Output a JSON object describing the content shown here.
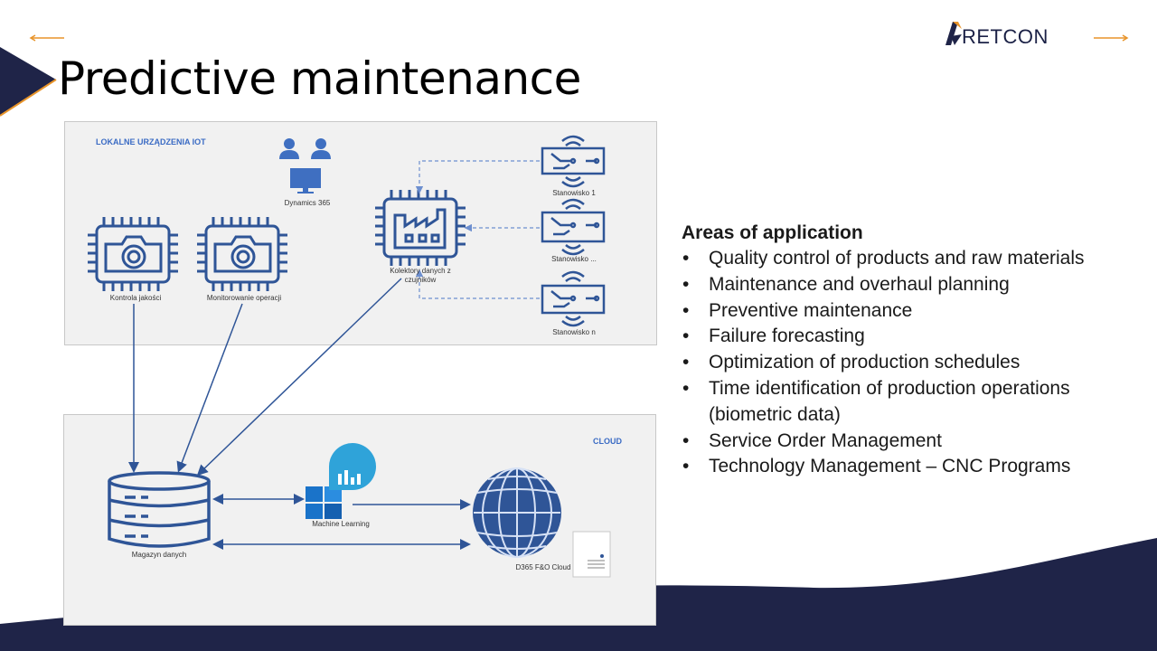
{
  "slide": {
    "title": "Predictive maintenance",
    "logo_text": "RETCON"
  },
  "diagram": {
    "local_panel_title": "LOKALNE URZĄDZENIA IOT",
    "cloud_panel_title": "CLOUD",
    "dynamics_label": "Dynamics 365",
    "quality_control_label": "Kontrola jakości",
    "operation_monitoring_label": "Monitorowanie operacji",
    "collectors_label_line1": "Kolektory danych z",
    "collectors_label_line2": "czujników",
    "station_1_label": "Stanowisko 1",
    "station_2_label": "Stanowisko ...",
    "station_n_label": "Stanowisko n",
    "ml_label": "Machine Learning",
    "data_store_label": "Magazyn danych",
    "d365_cloud_label": "D365 F&O Cloud"
  },
  "areas": {
    "heading": "Areas of application",
    "bullet_glyph": "•",
    "items": [
      "Quality control of products and raw materials",
      "Maintenance and overhaul planning",
      "Preventive maintenance",
      "Failure forecasting",
      "Optimization of production schedules",
      "Time identification  of production operations (biometric data)",
      "Service Order Management",
      "Technology Management – CNC Programs"
    ]
  },
  "colors": {
    "navy": "#1f2448",
    "accent_orange": "#e8942a",
    "icon_blue": "#2f5597",
    "panel_bg": "#f1f1f1"
  }
}
